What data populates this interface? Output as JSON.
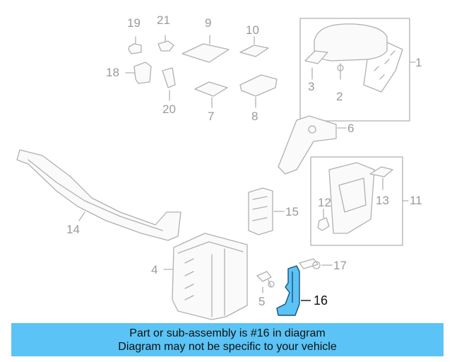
{
  "diagram": {
    "highlight_part": "16",
    "highlight_color": "#5bc3f5",
    "line_color": "#b0b0b0",
    "parts": [
      {
        "id": "p1",
        "label": "1"
      },
      {
        "id": "p2",
        "label": "2"
      },
      {
        "id": "p3",
        "label": "3"
      },
      {
        "id": "p4",
        "label": "4"
      },
      {
        "id": "p5",
        "label": "5"
      },
      {
        "id": "p6",
        "label": "6"
      },
      {
        "id": "p7",
        "label": "7"
      },
      {
        "id": "p8",
        "label": "8"
      },
      {
        "id": "p9",
        "label": "9"
      },
      {
        "id": "p10",
        "label": "10"
      },
      {
        "id": "p11",
        "label": "11"
      },
      {
        "id": "p12",
        "label": "12"
      },
      {
        "id": "p13",
        "label": "13"
      },
      {
        "id": "p14",
        "label": "14"
      },
      {
        "id": "p15",
        "label": "15"
      },
      {
        "id": "p16",
        "label": "16"
      },
      {
        "id": "p17",
        "label": "17"
      },
      {
        "id": "p18",
        "label": "18"
      },
      {
        "id": "p19",
        "label": "19"
      },
      {
        "id": "p20",
        "label": "20"
      },
      {
        "id": "p21",
        "label": "21"
      }
    ]
  },
  "banner": {
    "line1": "Part or sub-assembly is #16 in diagram",
    "line2": "Diagram may not be specific to your vehicle",
    "color": "#5bc3f5"
  }
}
